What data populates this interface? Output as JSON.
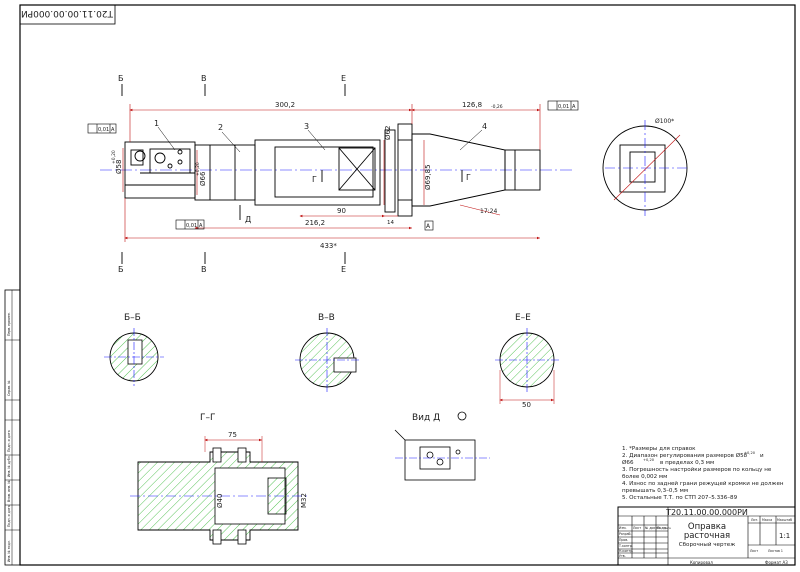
{
  "drawing": {
    "corner_code": "Т20.11.00.00.000РИ",
    "title_code": "Т20.11.00.00.000РИ",
    "title_name_line1": "Оправка",
    "title_name_line2": "расточная",
    "title_doc_type": "Сборочный чертеж",
    "scale": "1:1",
    "format": "Формат А3",
    "copied": "Копировал",
    "sheet_text": "Лист",
    "sheets_text": "Листов 1",
    "tb_headers": {
      "lit": "Лит.",
      "mass": "Масса",
      "scale": "Масштаб"
    },
    "tb_rows": [
      "Изм.",
      "Лист",
      "№ докум.",
      "Подп.",
      "Дата",
      "Разраб.",
      "Пров.",
      "Т.контр.",
      "Н.контр.",
      "Утв."
    ]
  },
  "left_strip": {
    "labels": [
      "Перв. примен.",
      "Справ. №",
      "Подп. и дата",
      "Инв. № дубл.",
      "Взам. инв. №",
      "Подп. и дата",
      "Инв. № подл."
    ]
  },
  "main_view": {
    "dims": {
      "d300": "300,2",
      "d126": "126,8",
      "d126_tol": "-0,26",
      "d433": "433*",
      "d216": "216,2",
      "d90": "90",
      "d14": "14",
      "dia62": "Ø62",
      "dia69": "Ø69,85",
      "dia58": "Ø58",
      "dia58_tol": "+0,20",
      "dia66": "Ø66",
      "dia66_tol": "+0,20",
      "taper": "17:24",
      "dia100": "Ø100*"
    },
    "tolerances": {
      "t1": "0,01",
      "t1_base": "А",
      "t2": "0,01",
      "t2_base": "А",
      "t3": "0,01",
      "t3_base": "А",
      "base": "А"
    },
    "positions": [
      "1",
      "2",
      "3",
      "4"
    ],
    "section_marks": {
      "b": "Б",
      "v": "В",
      "e": "Е",
      "g": "Г",
      "d": "Д"
    }
  },
  "sections": {
    "bb": "Б–Б",
    "vv": "В–В",
    "ee": "Е–Е",
    "ee_dim": "50",
    "gg": "Г–Г",
    "gg_dim": "75",
    "gg_dia40": "Ø40",
    "gg_m32": "М32",
    "view_d": "Вид Д"
  },
  "notes": [
    "1.  *Размеры для справок",
    "2.  Диапазон регулирования размеров Ø58",
    "     Ø66",
    "3.  Погрешность настройки размеров по кольцу не",
    "     более 0,002 мм",
    "4.  Износ по задней грани режущей кромки не должен",
    "     превышать 0,3–0,5 мм",
    "5.  Остальные Т.Т. по СТП 207–5.336–89"
  ],
  "notes_extra": {
    "n2_tol1": "+0,20",
    "n2_and": "и",
    "n2_tol2": "+0,20",
    "n2_tail": "в пределах 0,3 мм"
  },
  "colors": {
    "line": "#000000",
    "axis": "#1a1aff",
    "hatch": "#2fb52f",
    "dims": "#c01010"
  }
}
